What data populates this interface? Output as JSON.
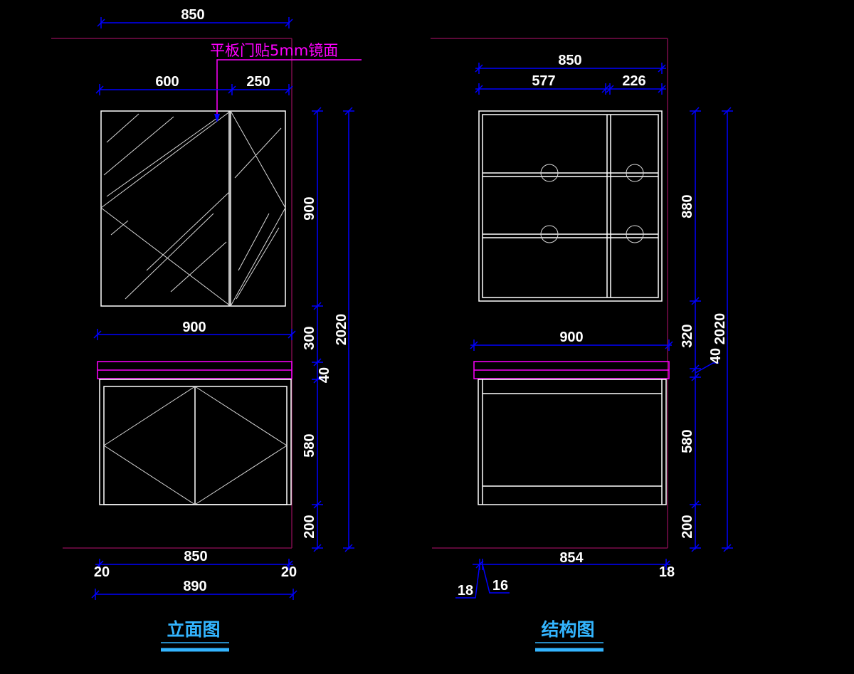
{
  "left_view": {
    "title": "立面图",
    "annotation": "平板门贴5mm镜面",
    "dims": {
      "top_width": "850",
      "mirror_left": "600",
      "mirror_right": "250",
      "counter_width": "900",
      "bottom_width": "850",
      "left_offset": "20",
      "right_offset": "20",
      "overall_width": "890",
      "h_mirror": "900",
      "h_gap": "300",
      "h_top": "40",
      "h_cabinet": "580",
      "h_floor": "200",
      "h_total": "2020"
    }
  },
  "right_view": {
    "title": "结构图",
    "dims": {
      "top_width": "850",
      "section_left": "577",
      "section_right": "226",
      "counter_width": "900",
      "bottom_width": "854",
      "left_offset_a": "18",
      "left_offset_b": "16",
      "right_offset": "18",
      "h_cabinet_upper": "880",
      "h_gap": "320",
      "h_top": "40",
      "h_cabinet": "580",
      "h_floor": "200",
      "h_total": "2020"
    }
  },
  "colors": {
    "background": "#000000",
    "outline": "#ffffff",
    "dimension": "#0000ff",
    "annotation": "#ff00ff",
    "title": "#33b5ff",
    "frame": "#7a0c4a"
  }
}
